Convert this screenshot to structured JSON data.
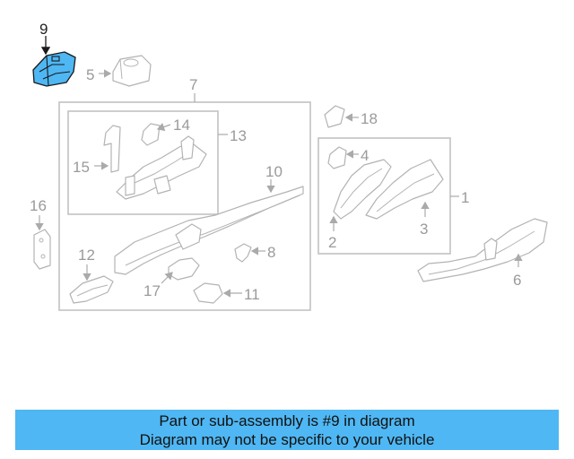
{
  "callouts": {
    "c1": "1",
    "c2": "2",
    "c3": "3",
    "c4": "4",
    "c5": "5",
    "c6": "6",
    "c7": "7",
    "c8": "8",
    "c9": "9",
    "c10": "10",
    "c11": "11",
    "c12": "12",
    "c13": "13",
    "c14": "14",
    "c15": "15",
    "c16": "16",
    "c17": "17",
    "c18": "18"
  },
  "highlighted_part": "9",
  "colors": {
    "highlight": "#4fb7f3",
    "linework": "#b3b3b3",
    "banner": "#4fb7f3"
  },
  "banner": {
    "line1": "Part or sub-assembly is #9 in diagram",
    "line2": "Diagram may not be specific to your vehicle"
  }
}
